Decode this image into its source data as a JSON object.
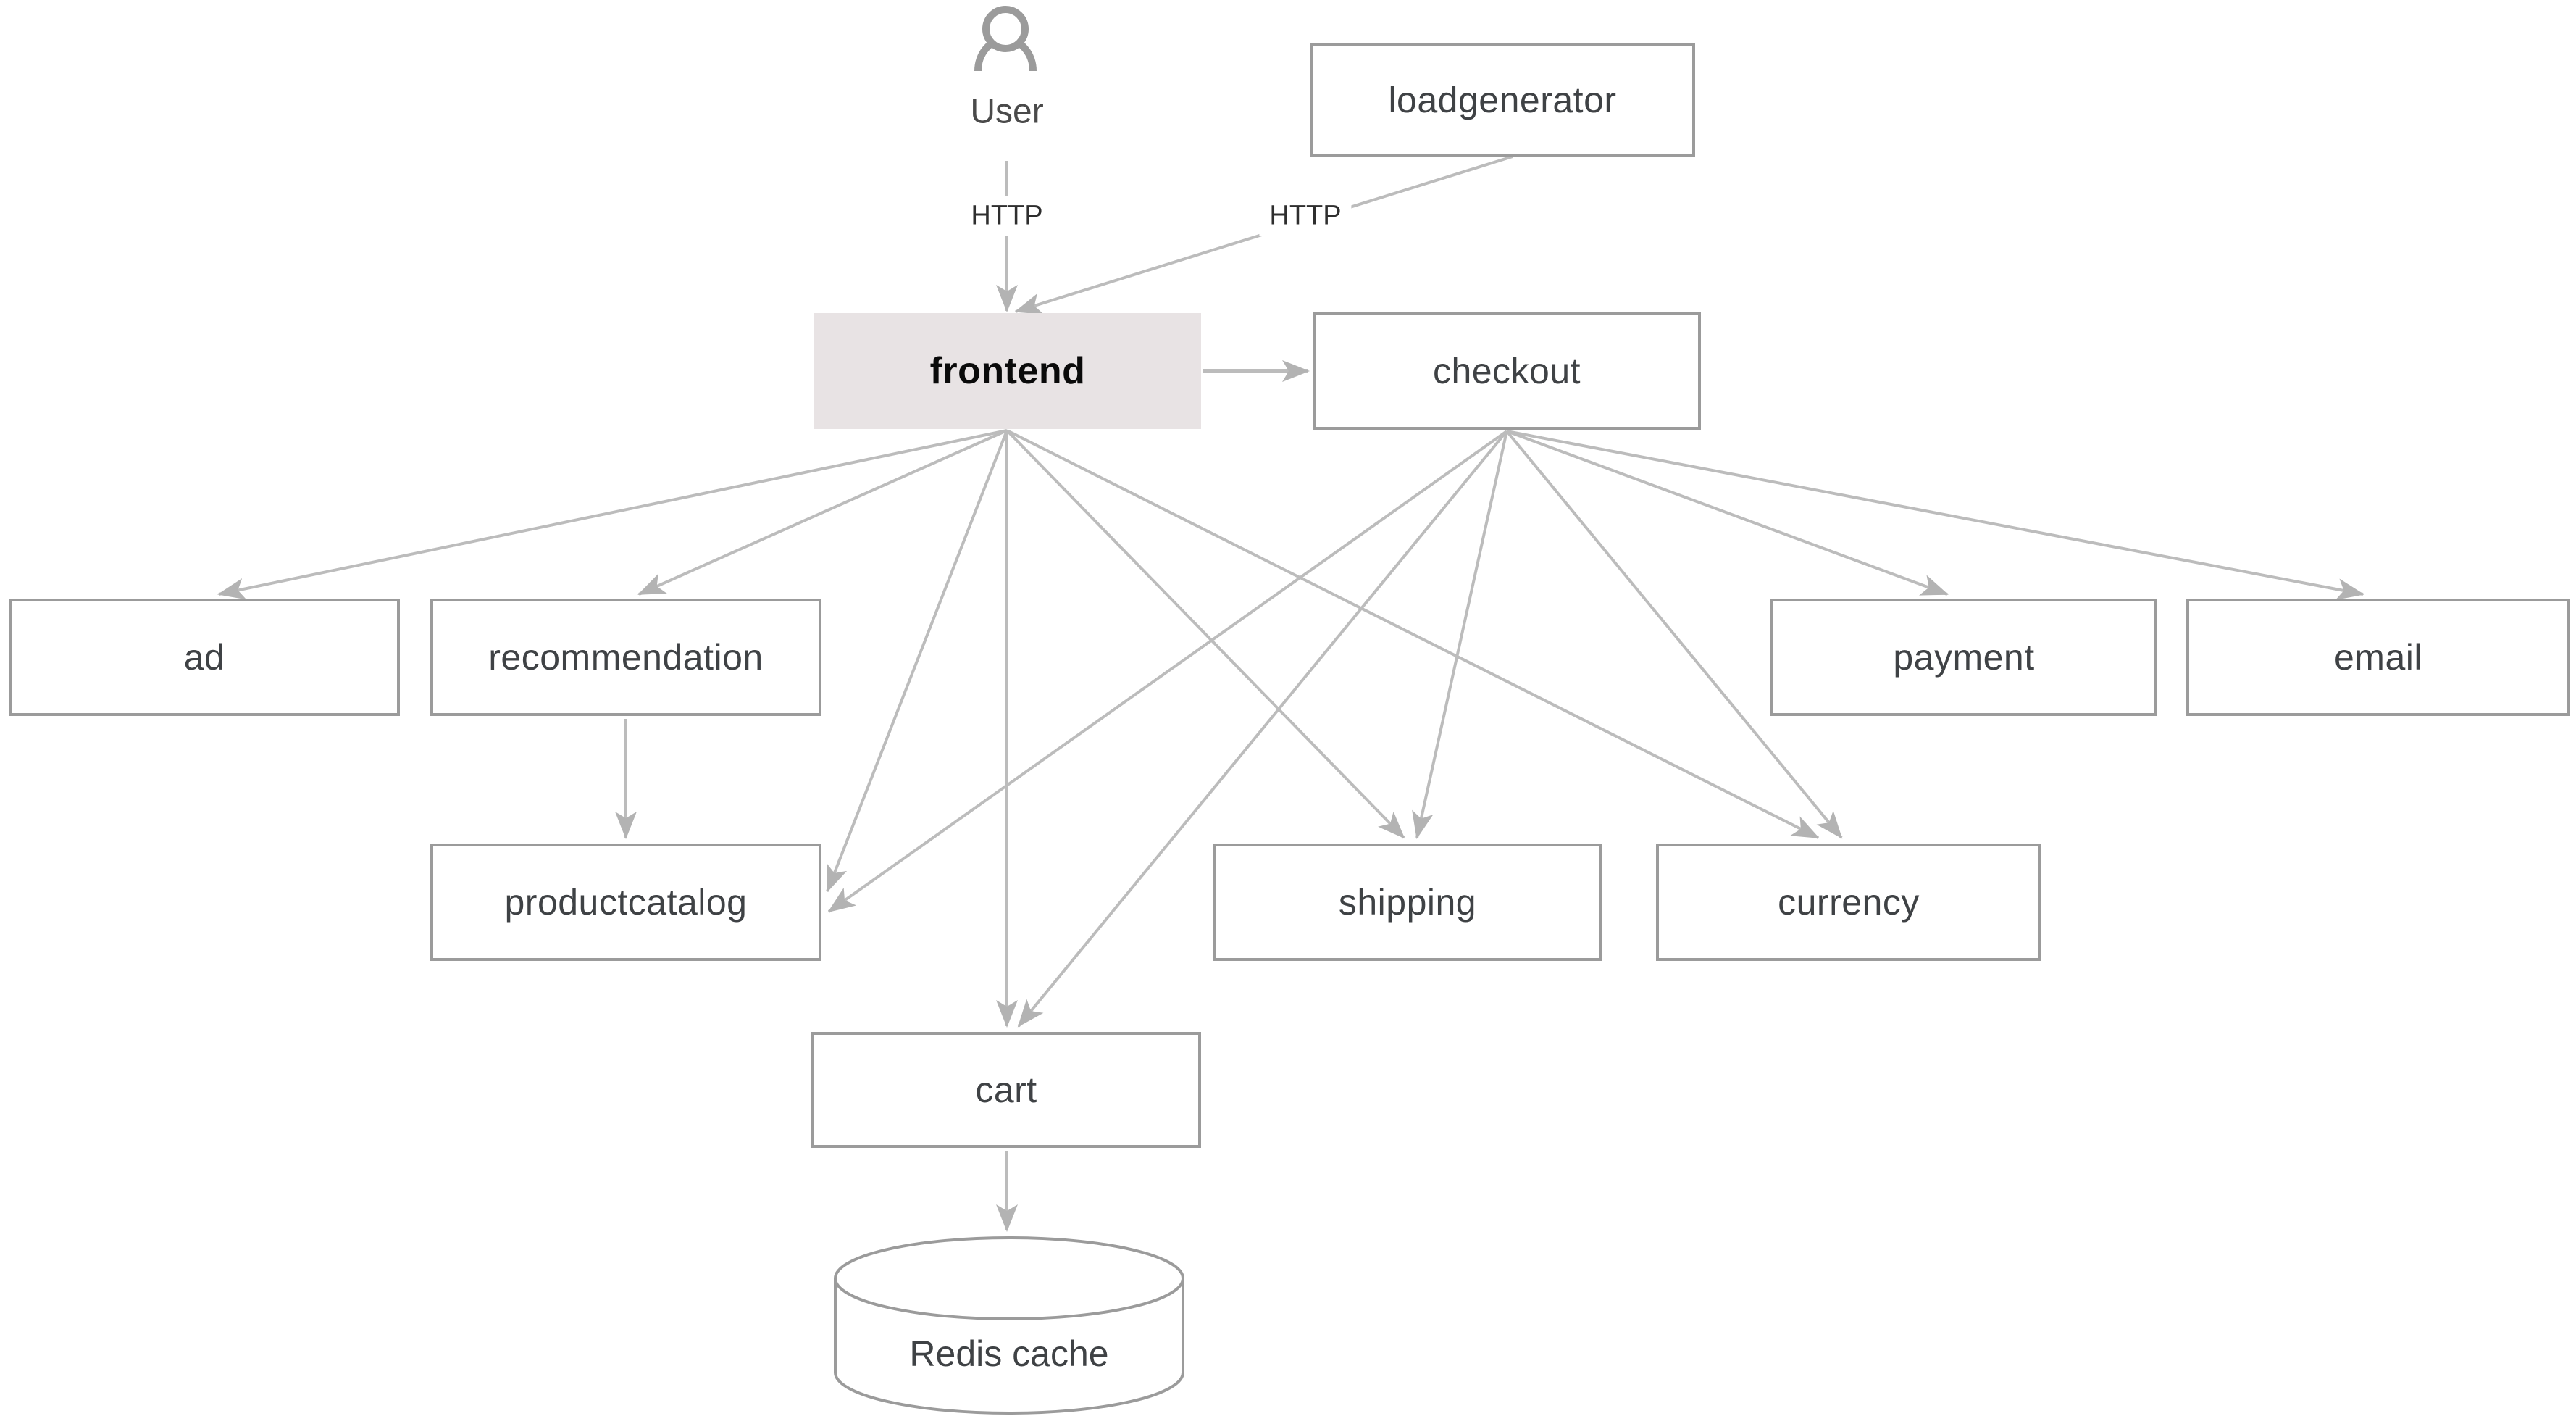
{
  "diagram_type": "microservices-architecture",
  "nodes": {
    "user": {
      "label": "User",
      "kind": "actor"
    },
    "loadgenerator": {
      "label": "loadgenerator",
      "kind": "service"
    },
    "frontend": {
      "label": "frontend",
      "kind": "service",
      "highlighted": true
    },
    "checkout": {
      "label": "checkout",
      "kind": "service"
    },
    "ad": {
      "label": "ad",
      "kind": "service"
    },
    "recommendation": {
      "label": "recommendation",
      "kind": "service"
    },
    "payment": {
      "label": "payment",
      "kind": "service"
    },
    "email": {
      "label": "email",
      "kind": "service"
    },
    "productcatalog": {
      "label": "productcatalog",
      "kind": "service"
    },
    "shipping": {
      "label": "shipping",
      "kind": "service"
    },
    "currency": {
      "label": "currency",
      "kind": "service"
    },
    "cart": {
      "label": "cart",
      "kind": "service"
    },
    "redis": {
      "label": "Redis cache",
      "kind": "database"
    }
  },
  "edges": [
    {
      "from": "user",
      "to": "frontend",
      "label": "HTTP"
    },
    {
      "from": "loadgenerator",
      "to": "frontend",
      "label": "HTTP"
    },
    {
      "from": "frontend",
      "to": "checkout"
    },
    {
      "from": "frontend",
      "to": "ad"
    },
    {
      "from": "frontend",
      "to": "recommendation"
    },
    {
      "from": "frontend",
      "to": "productcatalog"
    },
    {
      "from": "frontend",
      "to": "cart"
    },
    {
      "from": "frontend",
      "to": "shipping"
    },
    {
      "from": "frontend",
      "to": "currency"
    },
    {
      "from": "checkout",
      "to": "productcatalog"
    },
    {
      "from": "checkout",
      "to": "cart"
    },
    {
      "from": "checkout",
      "to": "shipping"
    },
    {
      "from": "checkout",
      "to": "currency"
    },
    {
      "from": "checkout",
      "to": "payment"
    },
    {
      "from": "checkout",
      "to": "email"
    },
    {
      "from": "recommendation",
      "to": "productcatalog"
    },
    {
      "from": "cart",
      "to": "redis"
    }
  ],
  "colors": {
    "background": "#ffffff",
    "box_border": "#9b9b9b",
    "box_fill": "#ffffff",
    "frontend_fill": "#e8e3e4",
    "arrow_line": "#bcbcbc",
    "arrow_head": "#b3b3b3",
    "label_text": "#3f4245",
    "frontend_text": "#0a0a0a",
    "user_icon": "#9b9b9b"
  }
}
